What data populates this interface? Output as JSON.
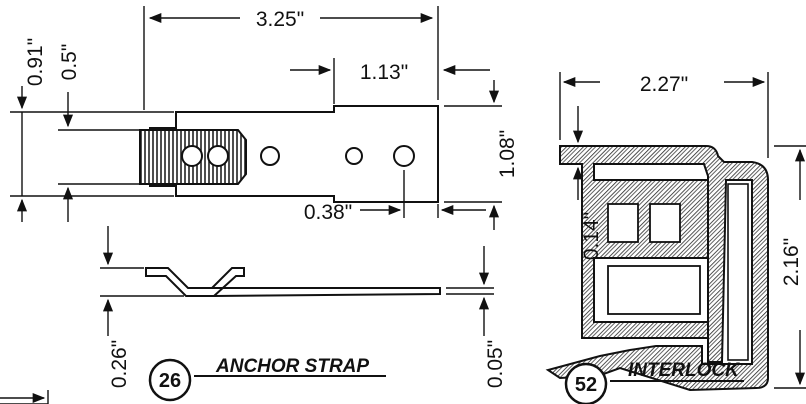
{
  "anchor_strap": {
    "number": "26",
    "caption": "ANCHOR STRAP",
    "dims": {
      "overall_length": "3.25\"",
      "section_length": "1.13\"",
      "total_height": "0.91\"",
      "inner_height": "0.5\"",
      "plate_height": "1.08\"",
      "hole_offset": "0.38\"",
      "side_height": "0.26\"",
      "thickness": "0.05\""
    }
  },
  "interlock": {
    "number": "52",
    "caption": "INTERLOCK",
    "dims": {
      "width": "2.27\"",
      "wall": "0.14\"",
      "height": "2.16\""
    }
  }
}
